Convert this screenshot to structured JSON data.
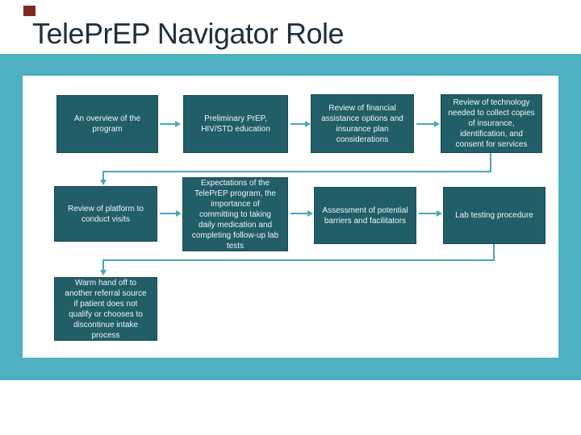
{
  "slide": {
    "title": "TelePrEP Navigator Role"
  },
  "colors": {
    "band": "#4FB0C1",
    "box": "#225E67",
    "line": "#4AA6B8",
    "title": "#20303A",
    "accent": "#7B2B21",
    "box_text": "#EEF6F7"
  },
  "flowchart": {
    "steps": {
      "overview": "An overview of the\nprogram",
      "education": "Preliminary PrEP,\nHIV/STD education",
      "financial": "Review of financial\nassistance options and\ninsurance plan\nconsiderations",
      "technology": "Review of technology\nneeded to collect copies\nof insurance,\nidentification, and\nconsent for services",
      "platform": "Review of platform to\nconduct visits",
      "expectations": "Expectations of the\nTelePrEP program, the\nimportance of\ncommitting to taking\ndaily medication and\ncompleting follow-up lab\ntests",
      "assessment": "Assessment of potential\nbarriers and facilitators",
      "lab": "Lab testing procedure",
      "warm_handoff": "Warm hand off to\nanother referral source\nif patient does not\nqualify or chooses to\ndiscontinue intake\nprocess"
    }
  }
}
